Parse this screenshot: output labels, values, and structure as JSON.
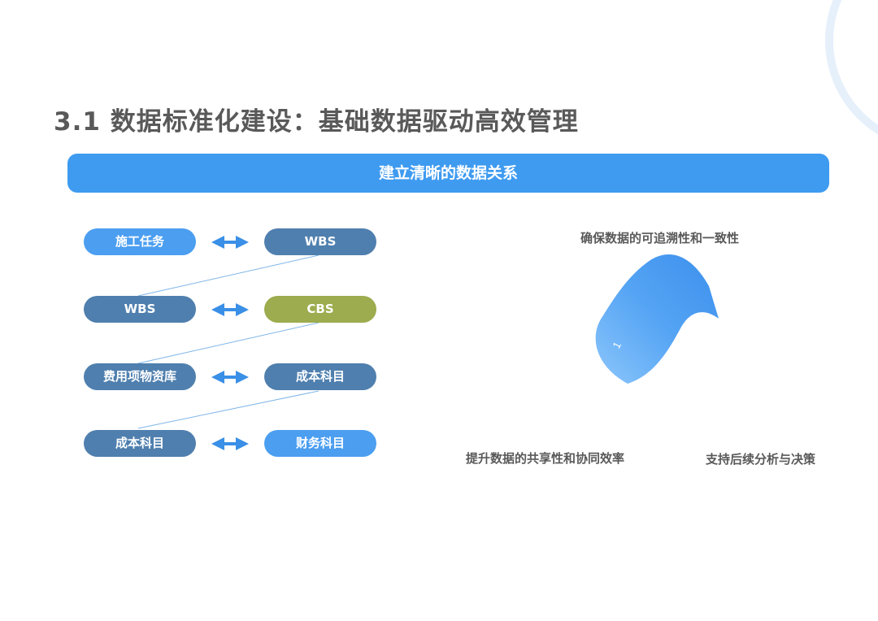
{
  "title": "3.1   数据标准化建设：基础数据驱动高效管理",
  "banner": "建立清晰的数据关系",
  "mapping": {
    "rows": [
      {
        "left": "施工任务",
        "right": "WBS"
      },
      {
        "left": "WBS",
        "right": "CBS"
      },
      {
        "left": "费用项物资库",
        "right": "成本科目"
      },
      {
        "left": "成本科目",
        "right": "财务科目"
      }
    ]
  },
  "benefits": {
    "top": "确保数据的可追溯性和一致性",
    "bottom_left": "提升数据的共享性和协同效率",
    "bottom_right": "支持后续分析与决策",
    "shape_number": "1"
  },
  "colors": {
    "banner": "#3f9bf0",
    "pill_blue": "#4b9ef0",
    "pill_steel": "#4f7fae",
    "pill_olive": "#9cac4e",
    "arrow": "#3a8fe6",
    "title_text": "#595959"
  }
}
